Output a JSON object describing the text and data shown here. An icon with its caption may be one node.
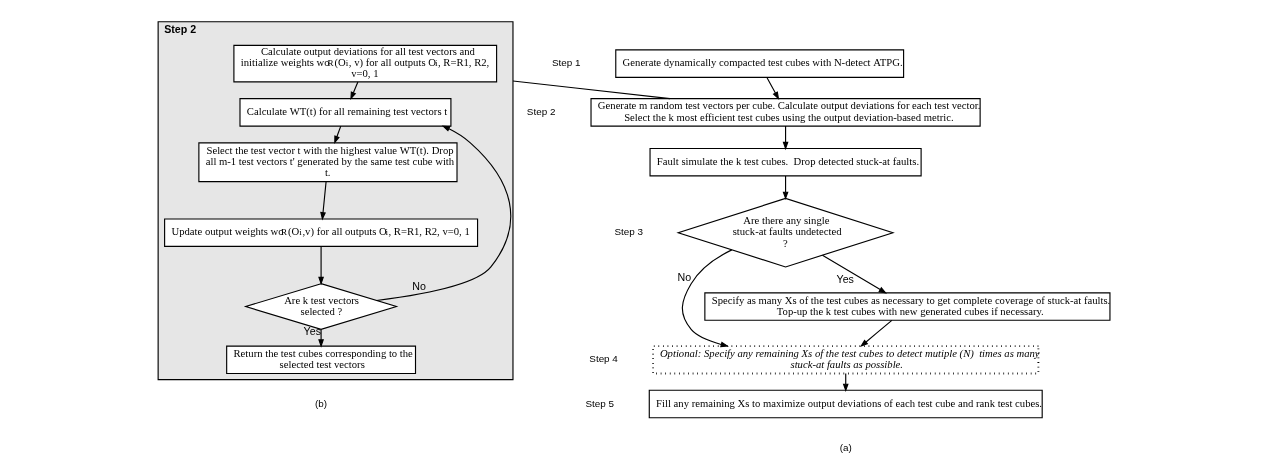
{
  "diagram": {
    "nodes": [
      {
        "text": [
          "Generate dynamically compacted test cubes with N-detect ATPG."
        ]
      },
      {
        "text": [
          "Generate m random test vectors per cube. Calculate output deviations for each test vector. Select the k most efficient test cubes using the output deviation-based metric."
        ]
      },
      {
        "text": [
          "Fault simulate the k test cubes.  Drop detected stuck-at faults."
        ]
      },
      {
        "text": [
          "Are there any single stuck-at faults undetected ?"
        ]
      },
      {
        "text": [
          "Specify as many Xs of the test cubes as necessary to get complete coverage of stuck-at faults. Top-up the k test cubes with new generated cubes if necessary."
        ]
      },
      {
        "text": [
          "Optional: Specify any remaining Xs of the test cubes to detect mutiple (N)  times as many stuck-at faults as possible."
        ]
      },
      {
        "text": [
          "Fill any remaining Xs to maximize output deviations of each test cube and rank test cubes."
        ]
      },
      {
        "text": [
          "Step 2"
        ]
      },
      {
        "text": [
          "Calculate output deviations for all test vectors and initialize weights wo$^{R}$(O$_{i}$, v) for all outputs O$_{i}$, R=R1, R2, v=0, 1"
        ],
        "in": 7
      },
      {
        "text": [
          "Calculate WT(t) for all remaining test vectors t"
        ],
        "in": 7
      },
      {
        "text": [
          "Select the test vector t with the highest value WT(t). Drop all m-1 test vectors t' generated by the same test cube with t."
        ],
        "in": 7
      },
      {
        "text": [
          "Update output weights wo$^{R}$(O$_{i}$,v) for all outputs O$_{i}$, R=R1, R2, v=0, 1"
        ],
        "in": 7
      },
      {
        "text": [
          "Are k test vectors selected ?"
        ],
        "in": 7
      },
      {
        "text": [
          "Return the test cubes corresponding to the selected test vectors"
        ],
        "in": 7
      }
    ],
    "edges": [
      {
        "from": 0,
        "to": 1,
        "arrow": "to"
      },
      {
        "from": 1,
        "to": 2,
        "arrow": "to"
      },
      {
        "from": 2,
        "to": 3,
        "arrow": "to"
      },
      {
        "from": 3,
        "to": 4,
        "arrow": "to",
        "label": "Yes"
      },
      {
        "from": 3,
        "to": 5,
        "arrow": "to",
        "label": "No"
      },
      {
        "from": 4,
        "to": 5,
        "arrow": "to"
      },
      {
        "from": 5,
        "to": 6,
        "arrow": "to"
      },
      {
        "from": 1,
        "to": 7,
        "arrow": "none"
      },
      {
        "from": 8,
        "to": 9,
        "arrow": "to"
      },
      {
        "from": 9,
        "to": 10,
        "arrow": "to"
      },
      {
        "from": 10,
        "to": 11,
        "arrow": "to"
      },
      {
        "from": 11,
        "to": 12,
        "arrow": "to"
      },
      {
        "from": 12,
        "to": 13,
        "arrow": "to",
        "label": "Yes"
      },
      {
        "from": 12,
        "to": 9,
        "arrow": "to",
        "label": "No"
      }
    ],
    "labels": [
      "Step 1",
      "Step 2",
      "Step 3",
      "Step 4",
      "Step 5",
      "(a)",
      "(b)"
    ]
  }
}
